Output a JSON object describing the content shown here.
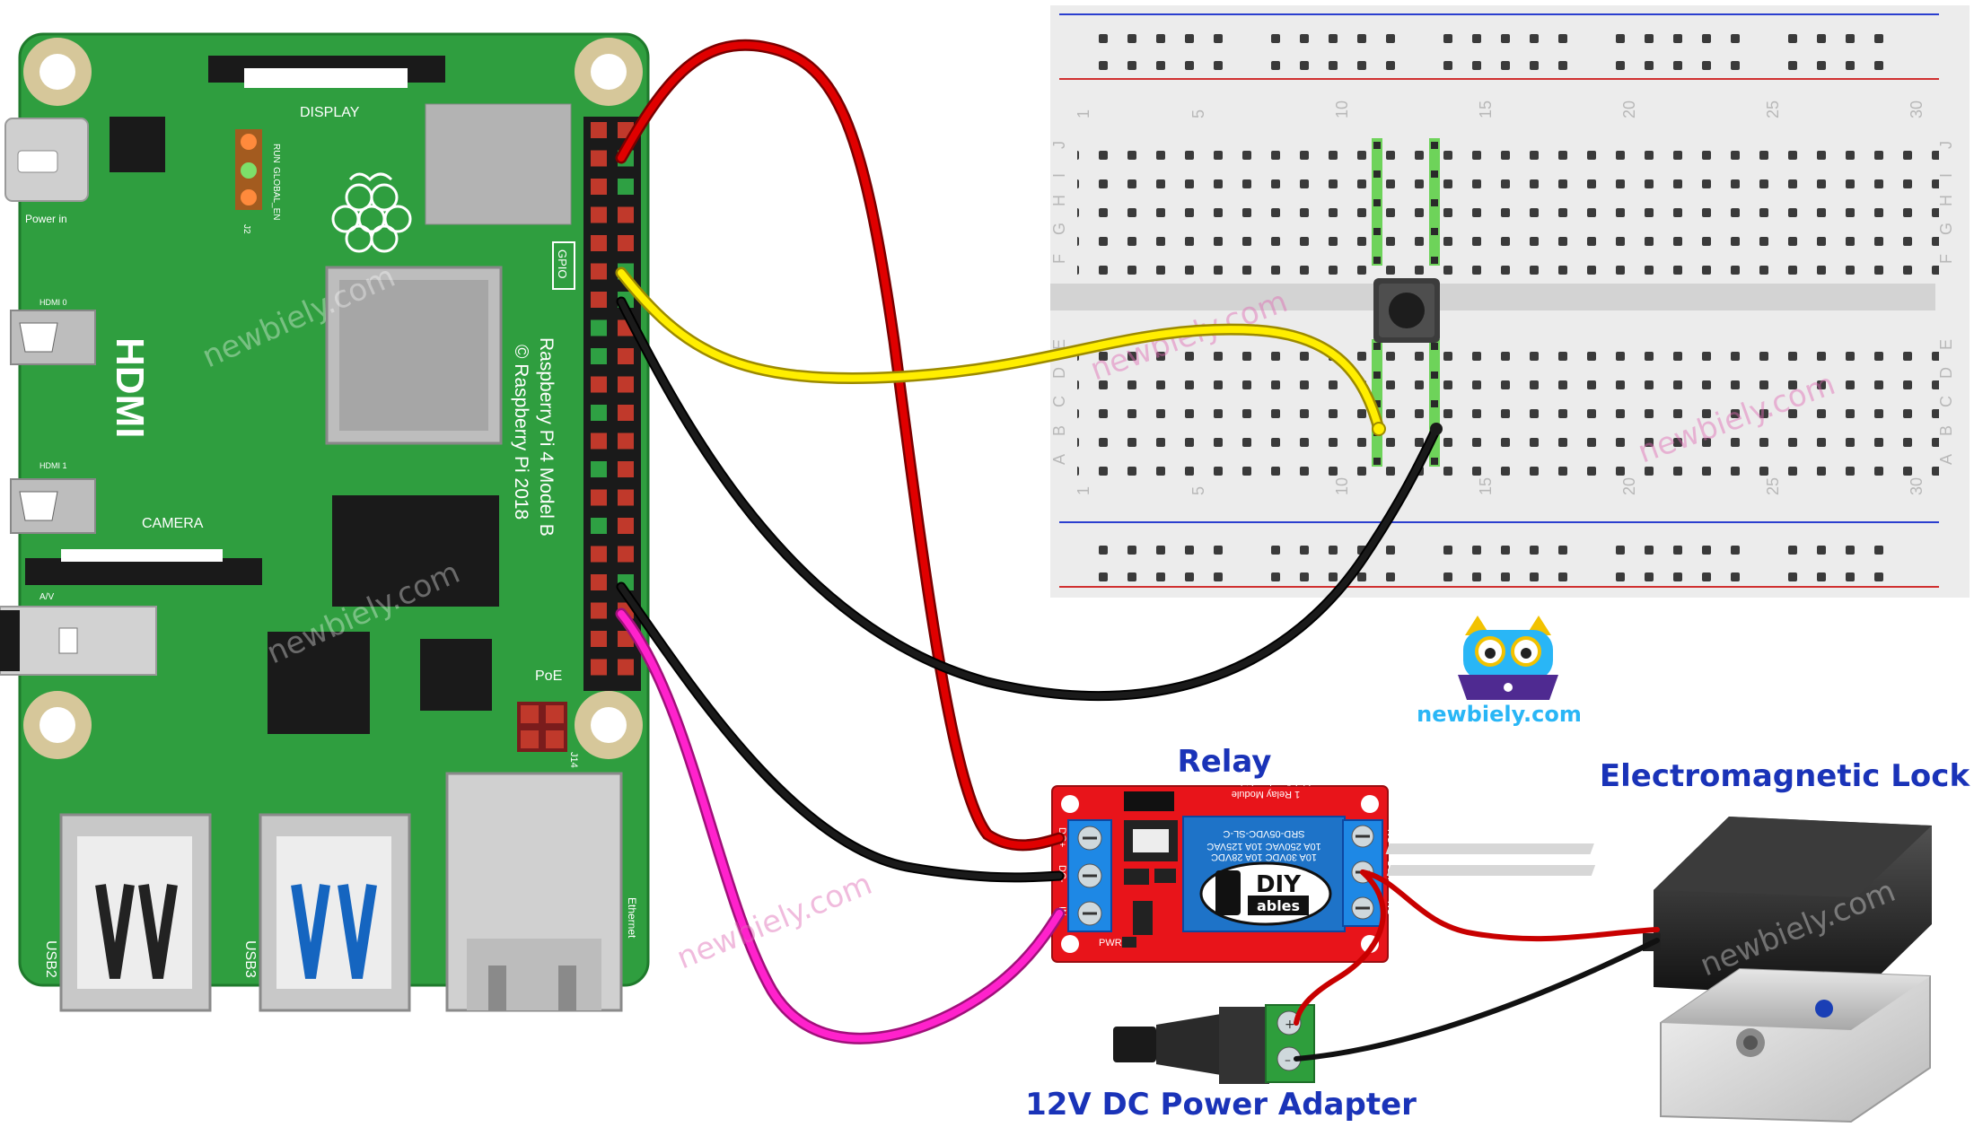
{
  "labels": {
    "relay": "Relay",
    "lock": "Electromagnetic Lock",
    "adapter": "12V DC Power Adapter",
    "brand": "newbiely.com",
    "watermark": "newbiely.com"
  },
  "raspberry_pi": {
    "display": "DISPLAY",
    "power_in": "Power in",
    "run": "RUN",
    "global_en": "GLOBAL_EN",
    "j2": "J2",
    "gpio": "GPIO",
    "hdmi": "HDMI",
    "hdmi0": "HDMI 0",
    "hdmi1": "HDMI 1",
    "camera": "CAMERA",
    "av": "A/V",
    "model": "Raspberry Pi 4 Model B",
    "copyright": "© Raspberry Pi 2018",
    "poe": "PoE",
    "j14": "J14",
    "usb2": "USB2",
    "usb3": "USB3",
    "ethernet": "Ethernet"
  },
  "breadboard": {
    "column_numbers": [
      "1",
      "5",
      "10",
      "15",
      "20",
      "25",
      "30"
    ],
    "row_letters_top": [
      "J",
      "I",
      "H",
      "G",
      "F"
    ],
    "row_letters_bottom": [
      "E",
      "D",
      "C",
      "B",
      "A"
    ]
  },
  "relay_module": {
    "header": "1 Relay Module",
    "trigger": "high/low level trigger",
    "part": "SRD-05VDC-SL-C",
    "rating1": "10A 250VAC  10A 125VAC",
    "rating2": "10A 30VDC  10A 28VDC",
    "logo_top": "DIY",
    "logo_bottom": "ables",
    "pin_dcplus": "DC+",
    "pin_dcminus": "DC-",
    "pin_in": "IN",
    "pin_nc": "NC",
    "pin_com": "COM",
    "pin_no": "NO",
    "pwr": "PWR"
  },
  "wires": [
    {
      "name": "red-5v-wire",
      "color": "#e00000"
    },
    {
      "name": "yellow-gpio-wire",
      "color": "#ffee00"
    },
    {
      "name": "black-gnd-wire-button",
      "color": "#111111"
    },
    {
      "name": "black-gnd-wire-relay",
      "color": "#111111"
    },
    {
      "name": "magenta-signal-wire",
      "color": "#ff22cc"
    },
    {
      "name": "red-lock-wire",
      "color": "#c80000"
    },
    {
      "name": "black-lock-wire",
      "color": "#111111"
    }
  ]
}
